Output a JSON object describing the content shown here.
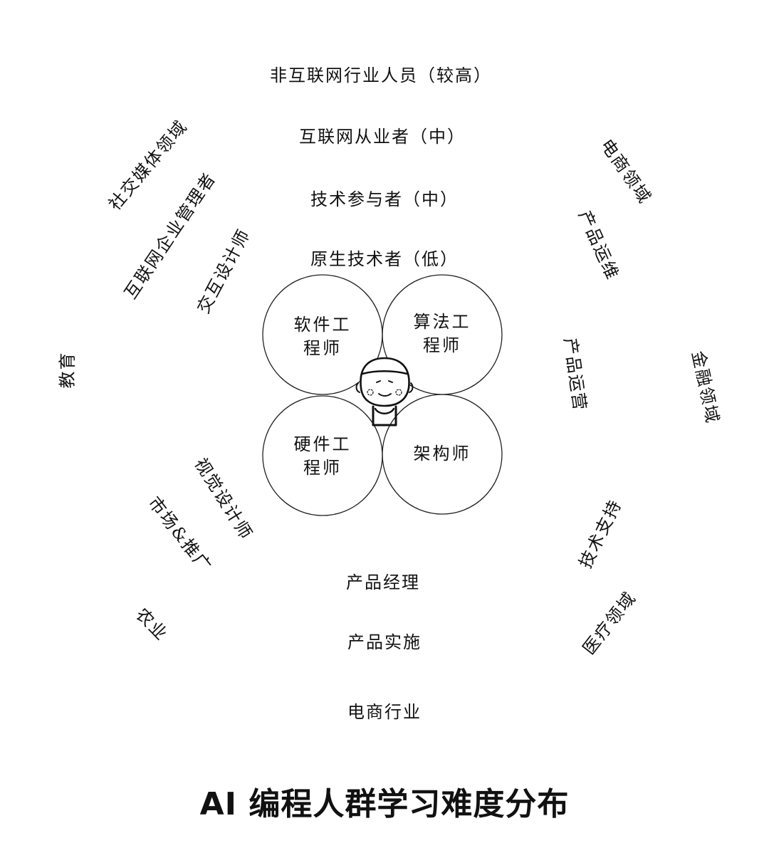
{
  "title": "AI 编程人群学习难度分布",
  "levels": {
    "non_internet": "非互联网行业人员（较高）",
    "internet_practitioner": "互联网从业者（中）",
    "tech_participant": "技术参与者（中）",
    "native_tech": "原生技术者（低）"
  },
  "core_roles": {
    "software_engineer": {
      "line1": "软件工",
      "line2": "程师"
    },
    "algorithm_engineer": {
      "line1": "算法工",
      "line2": "程师"
    },
    "hardware_engineer": {
      "line1": "硬件工",
      "line2": "程师"
    },
    "architect": "架构师"
  },
  "left_upper": {
    "social_media": "社交媒体领域",
    "internet_manager": "互联网企业管理者",
    "interaction_designer": "交互设计师"
  },
  "left_middle": {
    "education": "教育"
  },
  "left_lower": {
    "visual_designer": "视觉设计师",
    "marketing": "市场&推广",
    "agriculture": "农业"
  },
  "right_upper": {
    "ecommerce_domain": "电商领域",
    "product_ops_maint": "产品运维"
  },
  "right_middle": {
    "product_operation": "产品运营",
    "finance": "金融领域"
  },
  "right_lower": {
    "tech_support": "技术支持",
    "medical": "医疗领域"
  },
  "bottom": {
    "product_manager": "产品经理",
    "product_implementation": "产品实施",
    "ecommerce_industry": "电商行业"
  },
  "icons": {
    "center_figure": "person-face-icon"
  }
}
